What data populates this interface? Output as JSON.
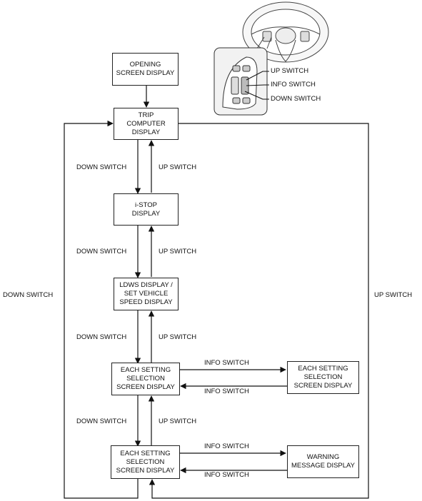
{
  "boxes": {
    "opening": "OPENING\nSCREEN DISPLAY",
    "trip": "TRIP\nCOMPUTER\nDISPLAY",
    "istop": "i-STOP\nDISPLAY",
    "ldws": "LDWS DISPLAY /\nSET VEHICLE\nSPEED DISPLAY",
    "setting1": "EACH SETTING\nSELECTION\nSCREEN DISPLAY",
    "setting1_right": "EACH SETTING\nSELECTION\nSCREEN DISPLAY",
    "setting2": "EACH SETTING\nSELECTION\nSCREEN DISPLAY",
    "warning": "WARNING\nMESSAGE DISPLAY"
  },
  "labels": {
    "down_switch": "DOWN SWITCH",
    "up_switch": "UP SWITCH",
    "info_switch": "INFO SWITCH"
  },
  "callouts": {
    "up": "UP SWITCH",
    "info": "INFO SWITCH",
    "down": "DOWN SWITCH"
  },
  "colors": {
    "line": "#111111",
    "wheel_stroke": "#444444",
    "wheel_fill": "#f2f2f2"
  }
}
